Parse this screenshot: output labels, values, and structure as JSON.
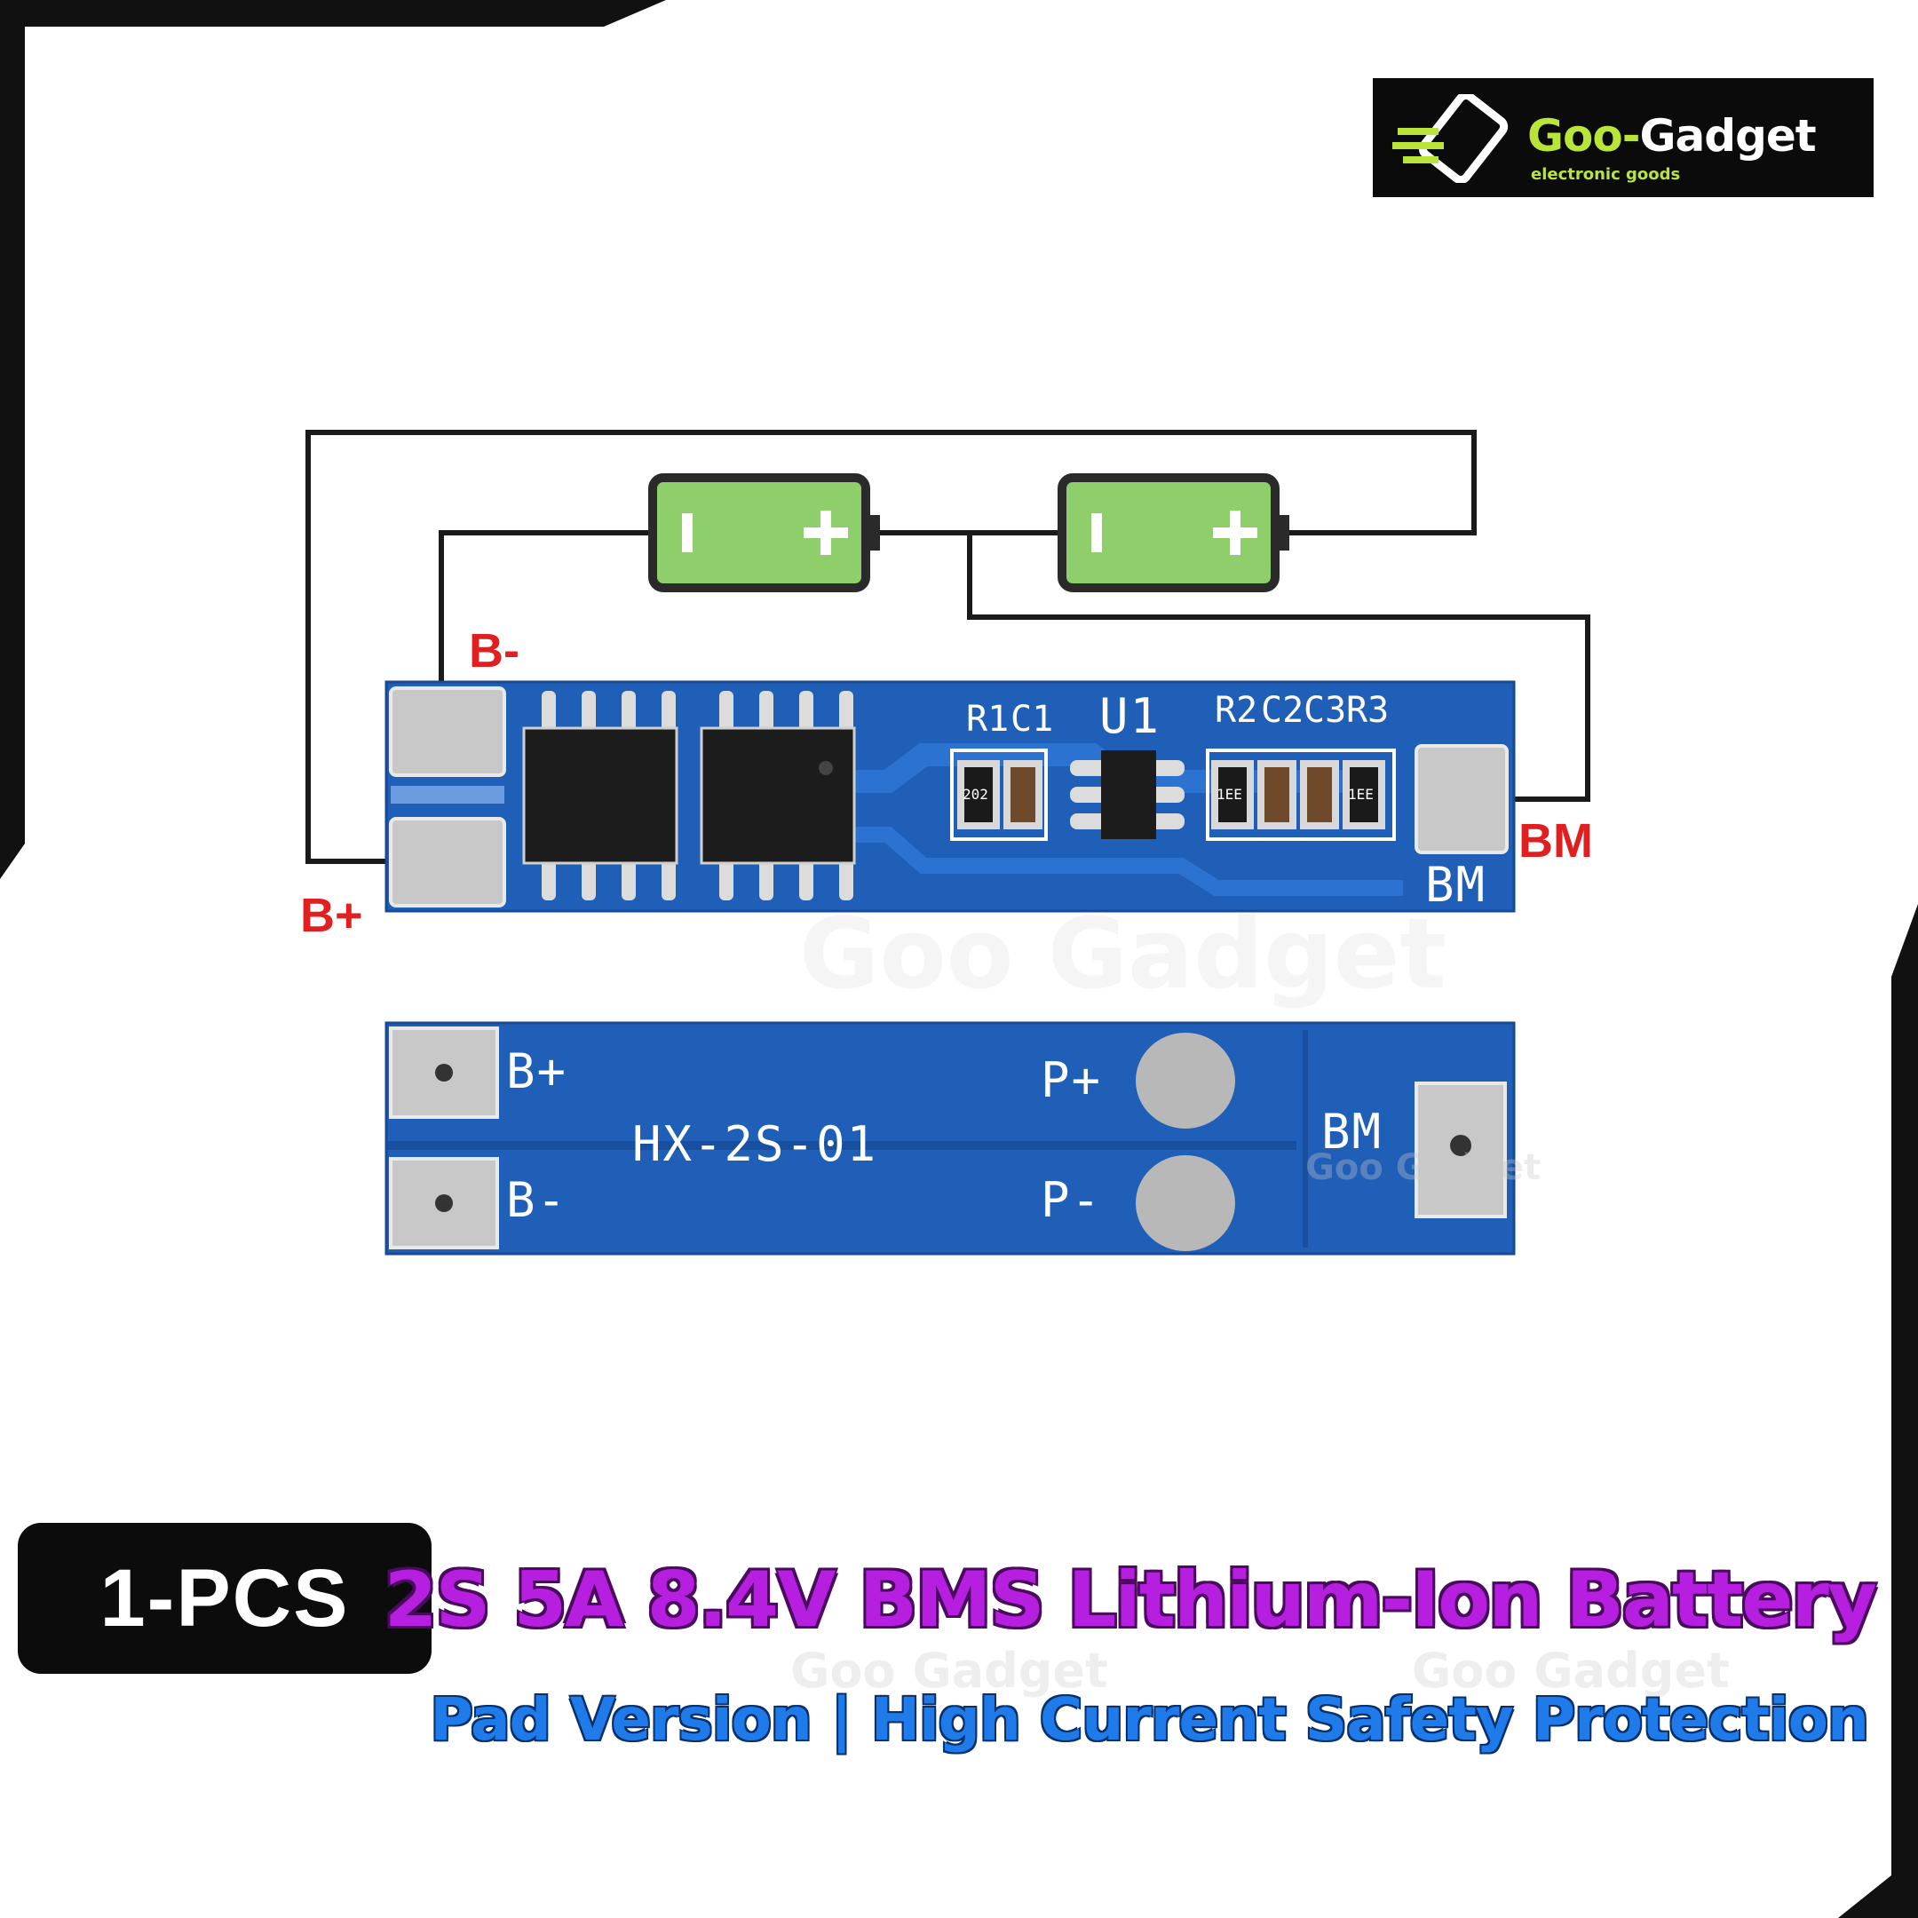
{
  "logo": {
    "word_goo": "Goo-",
    "word_gadget": "Gadget",
    "tagline": "electronic goods"
  },
  "wiring_labels": {
    "b_minus": "B-",
    "b_plus": "B+",
    "bm": "BM"
  },
  "pcb_top": {
    "ref_r1": "R1",
    "ref_c1": "C1",
    "ref_u1": "U1",
    "ref_r2": "R2",
    "ref_c2": "C2",
    "ref_c3": "C3",
    "ref_r3": "R3",
    "bm_pad": "BM",
    "resistor_code_a": "202",
    "resistor_code_b": "1EE",
    "resistor_code_c": "1EE"
  },
  "pcb_bottom": {
    "b_plus": "B+",
    "b_minus": "B-",
    "p_plus": "P+",
    "p_minus": "P-",
    "bm": "BM",
    "model": "HX-2S-01"
  },
  "watermark": "Goo Gadget",
  "banner": {
    "quantity": "1-PCS",
    "title": "2S 5A 8.4V BMS Lithium-Ion Battery",
    "subtitle": "Pad Version | High Current Safety Protection"
  },
  "colors": {
    "pcb_blue": "#1f5fb8",
    "battery_green": "#8fcf6b",
    "label_red": "#e02020",
    "title_purple": "#b61fe0",
    "subtitle_blue": "#1f7bea",
    "logo_green": "#b9e53a"
  }
}
